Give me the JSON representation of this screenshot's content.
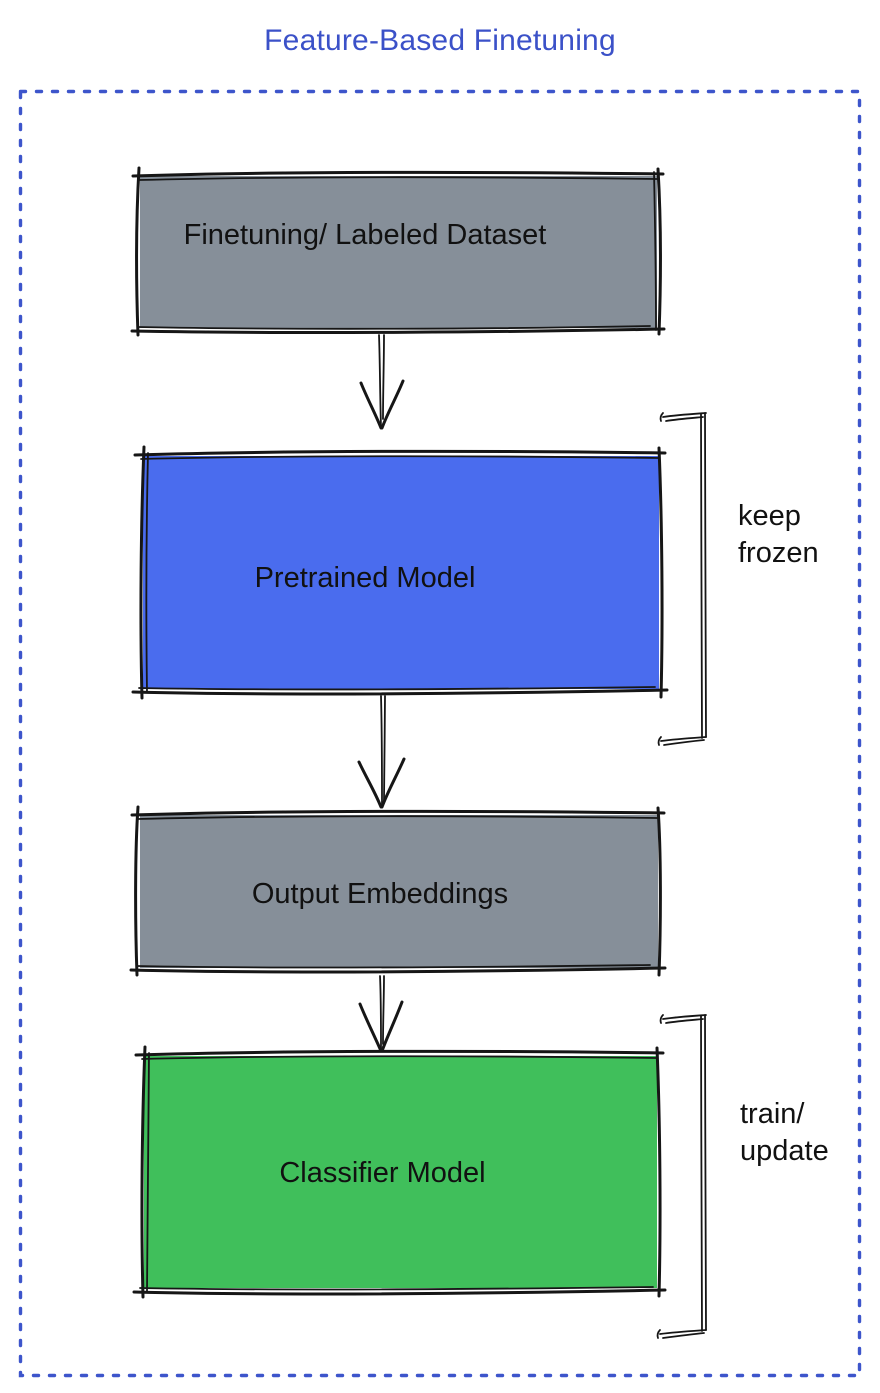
{
  "title": "Feature-Based Finetuning",
  "colors": {
    "title_blue": "#3b51c8",
    "frame_blue": "#3d55cb",
    "box_gray": "#868f99",
    "box_blue": "#4a6cee",
    "box_green": "#40bf5b",
    "ink": "#161616"
  },
  "nodes": [
    {
      "id": "finetuning-dataset",
      "label": "Finetuning/ Labeled Dataset",
      "color": "box_gray"
    },
    {
      "id": "pretrained-model",
      "label": "Pretrained Model",
      "color": "box_blue"
    },
    {
      "id": "output-embeddings",
      "label": "Output Embeddings",
      "color": "box_gray"
    },
    {
      "id": "classifier-model",
      "label": "Classifier Model",
      "color": "box_green"
    }
  ],
  "edges": [
    {
      "from": "finetuning-dataset",
      "to": "pretrained-model"
    },
    {
      "from": "pretrained-model",
      "to": "output-embeddings"
    },
    {
      "from": "output-embeddings",
      "to": "classifier-model"
    }
  ],
  "annotations": [
    {
      "id": "keep-frozen",
      "target": "pretrained-model",
      "line1": "keep",
      "line2": "frozen"
    },
    {
      "id": "train-update",
      "target": "classifier-model",
      "line1": "train/",
      "line2": "update"
    }
  ]
}
